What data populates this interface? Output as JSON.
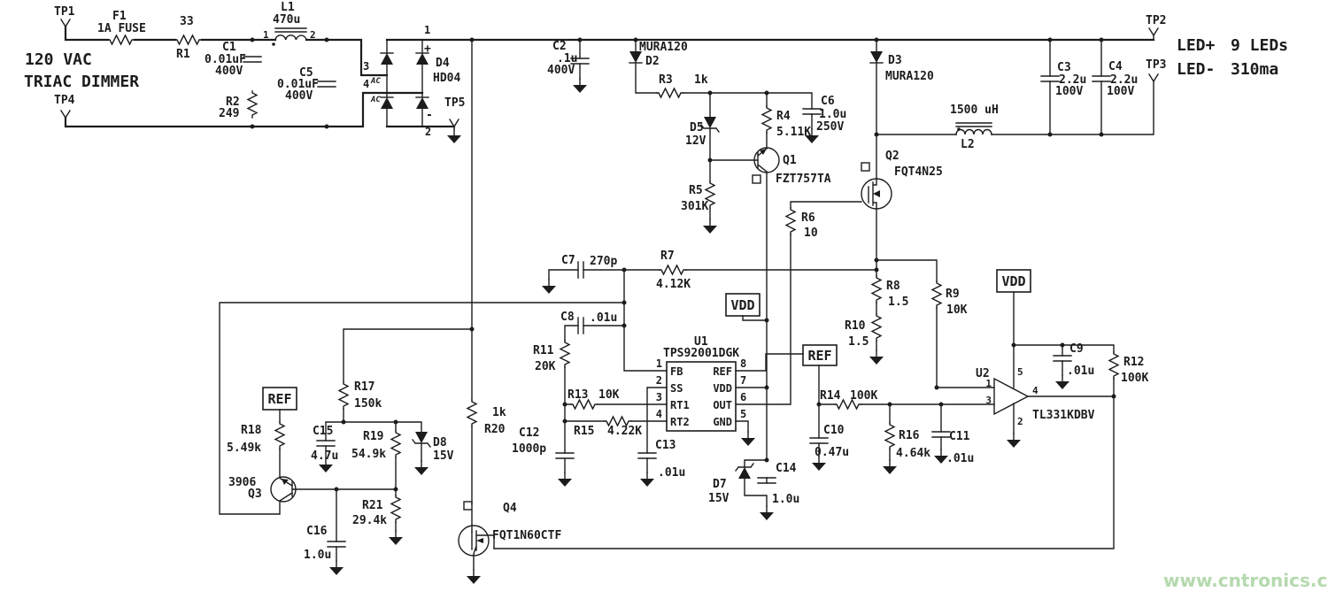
{
  "texts": {
    "source_line1": "120 VAC",
    "source_line2": "TRIAC DIMMER",
    "led_plus": "LED+",
    "led_count": "9 LEDs",
    "led_minus": "LED-",
    "led_current": "310ma",
    "watermark": "www.cntronics.com"
  },
  "nets": {
    "vdd": "VDD",
    "ref": "REF"
  },
  "tps": {
    "tp1": "TP1",
    "tp2": "TP2",
    "tp3": "TP3",
    "tp4": "TP4",
    "tp5": "TP5"
  },
  "parts": {
    "f1": {
      "r": "F1",
      "v": "1A FUSE"
    },
    "r1": {
      "r": "R1",
      "v": "33"
    },
    "r2": {
      "r": "R2",
      "v": "249"
    },
    "r3": {
      "r": "R3",
      "v": "1k"
    },
    "r4": {
      "r": "R4",
      "v": "5.11K"
    },
    "r5": {
      "r": "R5",
      "v": "301K"
    },
    "r6": {
      "r": "R6",
      "v": "10"
    },
    "r7": {
      "r": "R7",
      "v": "4.12K"
    },
    "r8": {
      "r": "R8",
      "v": "1.5"
    },
    "r9": {
      "r": "R9",
      "v": "10K"
    },
    "r10": {
      "r": "R10",
      "v": "1.5"
    },
    "r11": {
      "r": "R11",
      "v": "20K"
    },
    "r12": {
      "r": "R12",
      "v": "100K"
    },
    "r13": {
      "r": "R13",
      "v": "10K"
    },
    "r14": {
      "r": "R14",
      "v": "100K"
    },
    "r15": {
      "r": "R15",
      "v": "4.22K"
    },
    "r16": {
      "r": "R16",
      "v": "4.64k"
    },
    "r17": {
      "r": "R17",
      "v": "150k"
    },
    "r18": {
      "r": "R18",
      "v": "5.49k"
    },
    "r19": {
      "r": "R19",
      "v": "54.9k"
    },
    "r20": {
      "r": "R20",
      "v": "1k"
    },
    "r21": {
      "r": "R21",
      "v": "29.4k"
    },
    "c1": {
      "r": "C1",
      "v": "0.01uF",
      "v2": "400V"
    },
    "c2": {
      "r": "C2",
      "v": ".1u",
      "v2": "400V"
    },
    "c3": {
      "r": "C3",
      "v": "2.2u",
      "v2": "100V"
    },
    "c4": {
      "r": "C4",
      "v": "2.2u",
      "v2": "100V"
    },
    "c5": {
      "r": "C5",
      "v": "0.01uF",
      "v2": "400V"
    },
    "c6": {
      "r": "C6",
      "v": "1.0u",
      "v2": "250V"
    },
    "c7": {
      "r": "C7",
      "v": "270p"
    },
    "c8": {
      "r": "C8",
      "v": ".01u"
    },
    "c9": {
      "r": "C9",
      "v": ".01u"
    },
    "c10": {
      "r": "C10",
      "v": "0.47u"
    },
    "c11": {
      "r": "C11",
      "v": ".01u"
    },
    "c12": {
      "r": "C12",
      "v": "1000p"
    },
    "c13": {
      "r": "C13",
      "v": ".01u"
    },
    "c14": {
      "r": "C14",
      "v": "1.0u"
    },
    "c15": {
      "r": "C15",
      "v": "4.7u"
    },
    "c16": {
      "r": "C16",
      "v": "1.0u"
    },
    "d2": {
      "r": "D2",
      "v": "MURA120"
    },
    "d3": {
      "r": "D3",
      "v": "MURA120"
    },
    "d4": {
      "r": "D4",
      "v": "HD04",
      "p1": "1",
      "p2": "2",
      "p3": "3",
      "p4": "4",
      "plus": "+",
      "minus": "-",
      "ac": "AC"
    },
    "d5": {
      "r": "D5",
      "v": "12V"
    },
    "d7": {
      "r": "D7",
      "v": "15V"
    },
    "d8": {
      "r": "D8",
      "v": "15V"
    },
    "l1": {
      "r": "L1",
      "v": "470u",
      "p1": "1",
      "p2": "2"
    },
    "l2": {
      "r": "L2",
      "v": "1500 uH"
    },
    "q1": {
      "r": "Q1",
      "v": "FZT757TA"
    },
    "q2": {
      "r": "Q2",
      "v": "FQT4N25"
    },
    "q3": {
      "r": "Q3",
      "v": "3906"
    },
    "q4": {
      "r": "Q4",
      "v": "FQT1N60CTF"
    },
    "u1": {
      "r": "U1",
      "v": "TPS92001DGK",
      "fb": "FB",
      "ss": "SS",
      "rt1": "RT1",
      "rt2": "RT2",
      "ref": "REF",
      "vdd": "VDD",
      "out": "OUT",
      "gnd": "GND",
      "n1": "1",
      "n2": "2",
      "n3": "3",
      "n4": "4",
      "n5": "5",
      "n6": "6",
      "n7": "7",
      "n8": "8"
    },
    "u2": {
      "r": "U2",
      "v": "TL331KDBV",
      "n1": "1",
      "n2": "2",
      "n3": "3",
      "n4": "4",
      "n5": "5"
    }
  }
}
